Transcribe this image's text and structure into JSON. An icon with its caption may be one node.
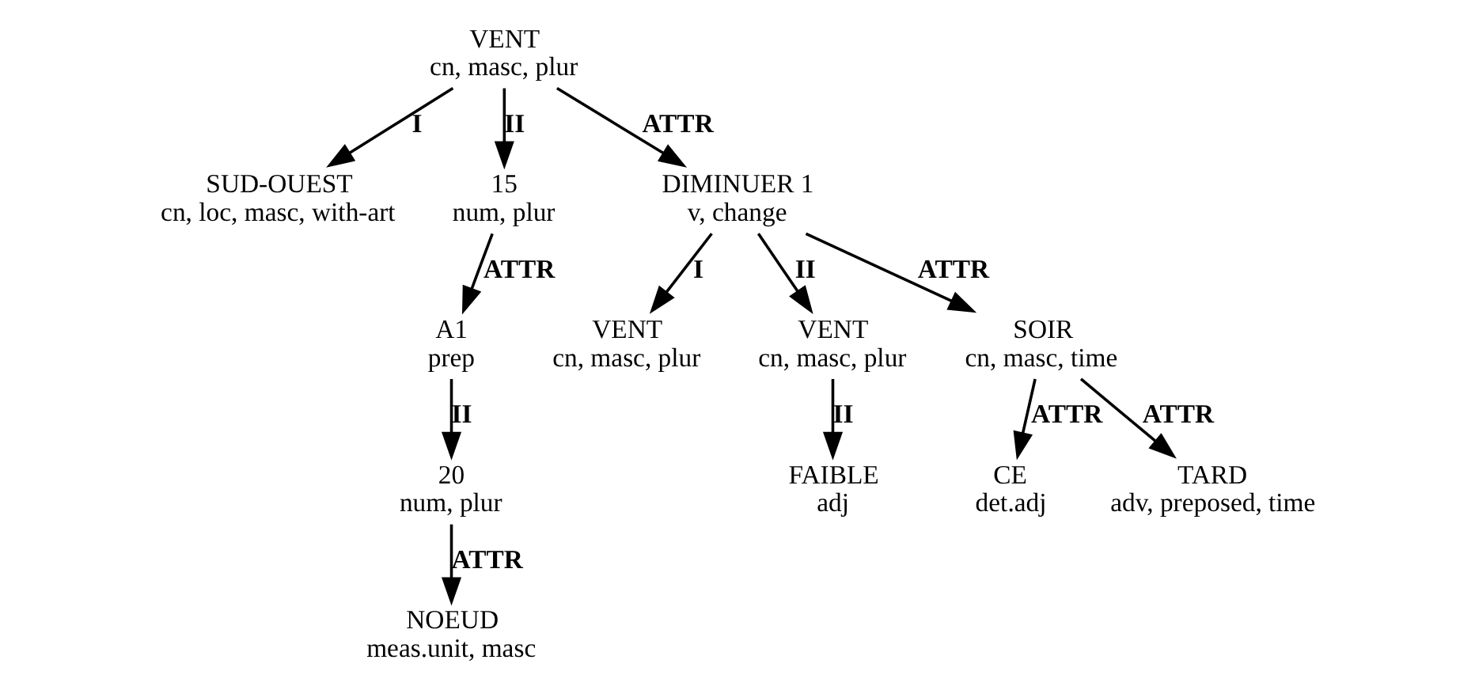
{
  "diagram": {
    "nodes": [
      {
        "text": [
          "VENT",
          "cn, masc, plur"
        ]
      },
      {
        "text": [
          "SUD-OUEST",
          "cn, loc, masc, with-art"
        ]
      },
      {
        "text": [
          "15",
          "num, plur"
        ]
      },
      {
        "text": [
          "DIMINUER 1",
          "v, change"
        ]
      },
      {
        "text": [
          "A1",
          "prep"
        ]
      },
      {
        "text": [
          "VENT",
          "cn, masc, plur"
        ]
      },
      {
        "text": [
          "VENT",
          "cn, masc, plur"
        ]
      },
      {
        "text": [
          "SOIR",
          "cn, masc, time"
        ]
      },
      {
        "text": [
          "20",
          "num, plur"
        ]
      },
      {
        "text": [
          "FAIBLE",
          "adj"
        ]
      },
      {
        "text": [
          "CE",
          "det.adj"
        ]
      },
      {
        "text": [
          "TARD",
          "adv, preposed, time"
        ]
      },
      {
        "text": [
          "NOEUD",
          "meas.unit, masc"
        ]
      }
    ],
    "edges": [
      {
        "from": 0,
        "to": 1,
        "arrow": "to",
        "label": "I"
      },
      {
        "from": 0,
        "to": 2,
        "arrow": "to",
        "label": "II"
      },
      {
        "from": 0,
        "to": 3,
        "arrow": "to",
        "label": "ATTR"
      },
      {
        "from": 2,
        "to": 4,
        "arrow": "to",
        "label": "ATTR"
      },
      {
        "from": 3,
        "to": 5,
        "arrow": "to",
        "label": "I"
      },
      {
        "from": 3,
        "to": 6,
        "arrow": "to",
        "label": "II"
      },
      {
        "from": 3,
        "to": 7,
        "arrow": "to",
        "label": "ATTR"
      },
      {
        "from": 4,
        "to": 8,
        "arrow": "to",
        "label": "II"
      },
      {
        "from": 6,
        "to": 9,
        "arrow": "to",
        "label": "II"
      },
      {
        "from": 7,
        "to": 10,
        "arrow": "to",
        "label": "ATTR"
      },
      {
        "from": 7,
        "to": 11,
        "arrow": "to",
        "label": "ATTR"
      },
      {
        "from": 8,
        "to": 12,
        "arrow": "to",
        "label": "ATTR"
      }
    ]
  }
}
